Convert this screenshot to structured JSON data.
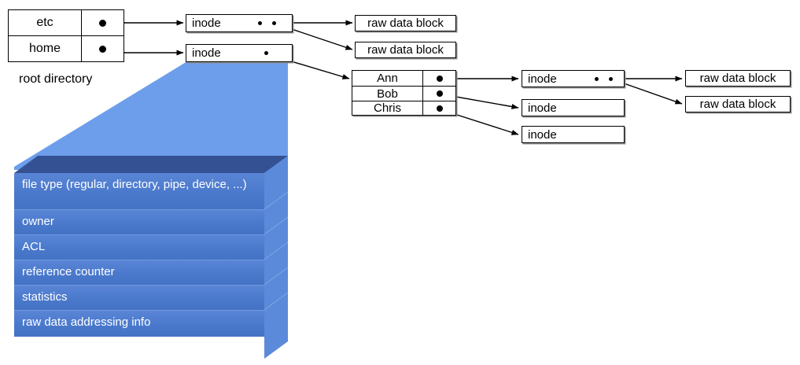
{
  "diagram": {
    "title_caption": "root directory",
    "root_directory": {
      "name": "root directory",
      "entries": [
        {
          "name": "etc",
          "pointer": "bullet"
        },
        {
          "name": "home",
          "pointer": "bullet"
        }
      ]
    },
    "inode_label": "inode",
    "raw_data_block_label": "raw data block",
    "inodes": [
      {
        "id": "inode-etc",
        "label": "inode",
        "dots": 2
      },
      {
        "id": "inode-home",
        "label": "inode",
        "dots": 1
      },
      {
        "id": "inode-ann",
        "label": "inode",
        "dots": 2
      },
      {
        "id": "inode-bob",
        "label": "inode",
        "dots": 0
      },
      {
        "id": "inode-chris",
        "label": "inode",
        "dots": 0
      }
    ],
    "raw_data_blocks": [
      {
        "id": "raw-1",
        "label": "raw data block"
      },
      {
        "id": "raw-2",
        "label": "raw data block"
      },
      {
        "id": "raw-3",
        "label": "raw data block"
      },
      {
        "id": "raw-4",
        "label": "raw data block"
      }
    ],
    "home_directory": {
      "entries": [
        {
          "name": "Ann",
          "pointer": "bullet"
        },
        {
          "name": "Bob",
          "pointer": "bullet"
        },
        {
          "name": "Chris",
          "pointer": "bullet"
        }
      ]
    },
    "inode_detail": {
      "fields": [
        "file type (regular, directory, pipe, device, ...)",
        "owner",
        "ACL",
        "reference counter",
        "statistics",
        "raw data addressing info"
      ]
    },
    "colors": {
      "accent_blue": "#4472c4",
      "accent_blue_light": "#5b8ada",
      "accent_blue_dark": "#345193",
      "funnel_blue": "#6d9eeb",
      "line": "#000000",
      "box_fill": "#ffffff",
      "text": "#000000",
      "detail_text": "#ffffff"
    }
  }
}
